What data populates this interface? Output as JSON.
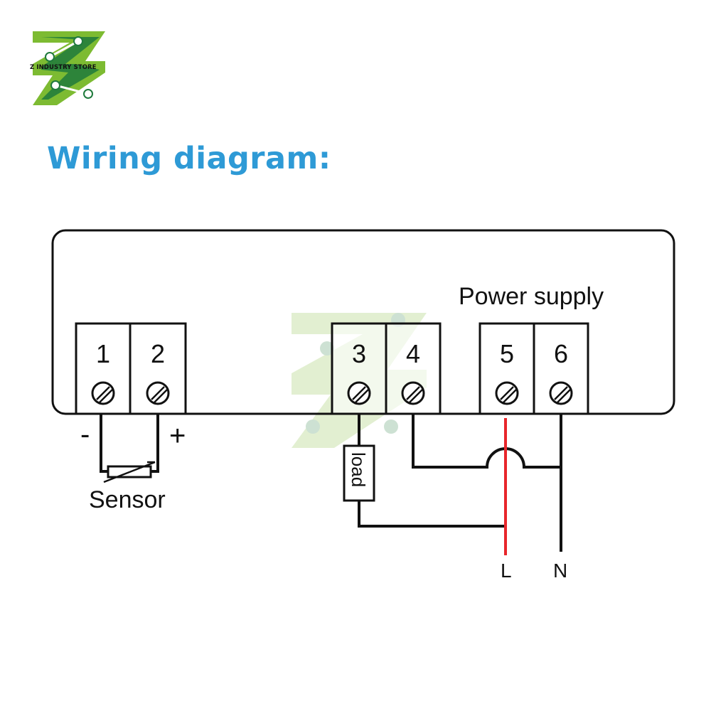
{
  "logo": {
    "brand_text": "Z INDUSTRY STORE"
  },
  "title": "Wiring diagram:",
  "diagram": {
    "terminals": [
      "1",
      "2",
      "3",
      "4",
      "5",
      "6"
    ],
    "power_supply_label": "Power supply",
    "sensor_label": "Sensor",
    "sensor_minus": "-",
    "sensor_plus": "+",
    "load_label": "load",
    "line_label": "L",
    "neutral_label": "N",
    "colors": {
      "live_wire": "#e8262b",
      "wire": "#111111",
      "logo_green": "#7dbb32",
      "logo_dark": "#1f7a3c"
    }
  }
}
